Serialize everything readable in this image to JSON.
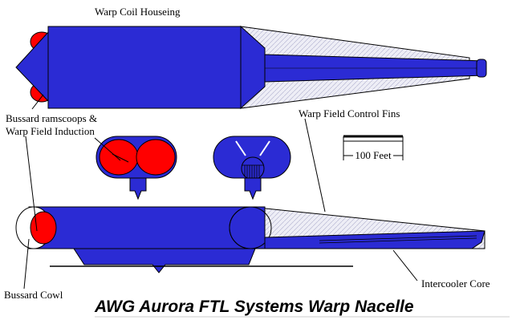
{
  "title": "AWG Aurora FTL Systems Warp Nacelle",
  "labels": {
    "warp_coil_housing": "Warp Coil Houseing",
    "bussard_line1": "Bussard ramscoops &",
    "bussard_line2": "Warp Field Induction",
    "warp_field_fins": "Warp Field Control Fins",
    "scale_bar": "100 Feet",
    "intercooler_core": "Intercooler Core",
    "bussard_cowl": "Bussard Cowl"
  },
  "colors": {
    "hull": "#2b2bd4",
    "bussard": "#ff0000",
    "fin": "#e6e6f2",
    "outline": "#000000"
  }
}
